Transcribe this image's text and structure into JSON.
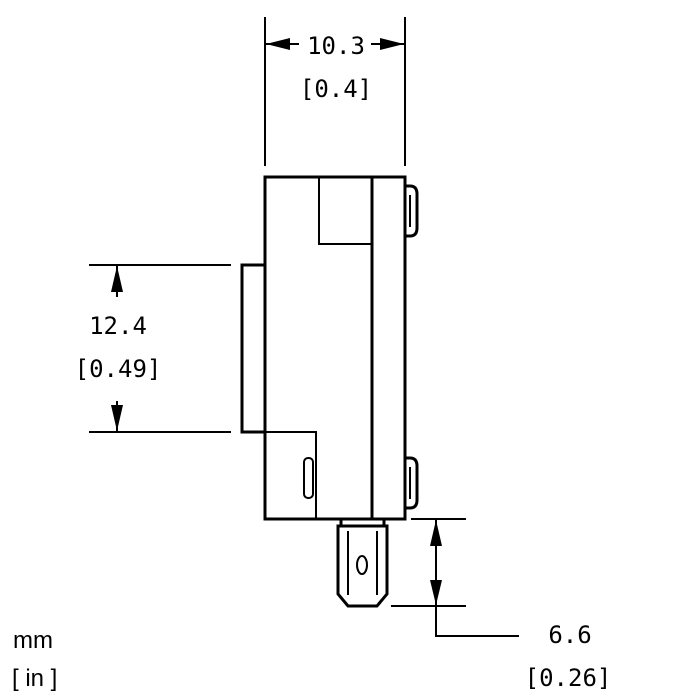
{
  "dimensions": {
    "width": {
      "mm": "10.3",
      "in": "[0.4]"
    },
    "height": {
      "mm": "12.4",
      "in": "[0.49]"
    },
    "terminal": {
      "mm": "6.6",
      "in": "[0.26]"
    }
  },
  "units": {
    "primary": "mm",
    "secondary": "[ in ]"
  },
  "colors": {
    "line": "#000000",
    "background": "#ffffff"
  }
}
